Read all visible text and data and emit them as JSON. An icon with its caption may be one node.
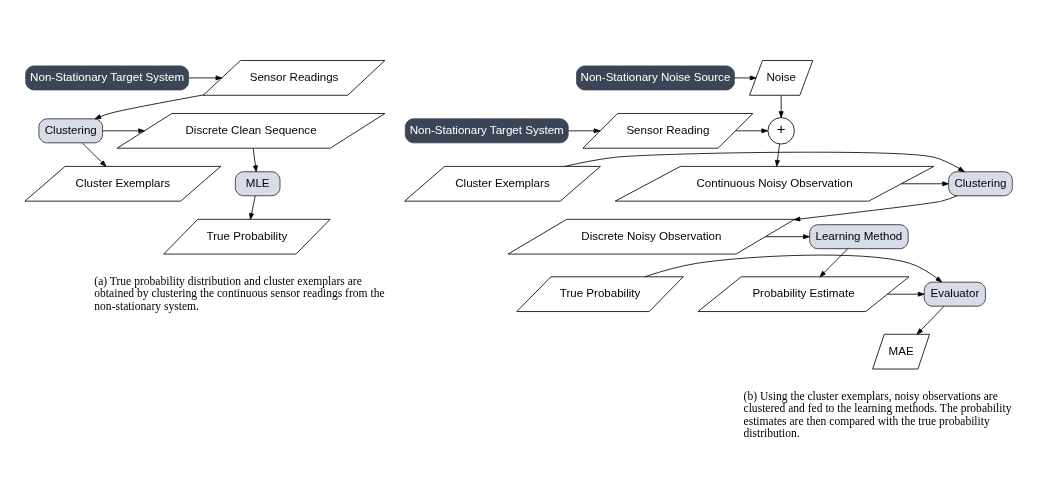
{
  "diagram": {
    "nodes": [
      {
        "text": [
          "Non-Stationary Target System"
        ]
      },
      {
        "text": [
          "Sensor Readings"
        ]
      },
      {
        "text": [
          "Clustering"
        ]
      },
      {
        "text": [
          "Discrete Clean Sequence"
        ]
      },
      {
        "text": [
          "Cluster Exemplars"
        ]
      },
      {
        "text": [
          "MLE"
        ]
      },
      {
        "text": [
          "True Probability"
        ]
      },
      {
        "text": [
          "Non-Stationary Noise Source"
        ]
      },
      {
        "text": [
          "Noise"
        ]
      },
      {
        "text": [
          "Non-Stationary Target System"
        ]
      },
      {
        "text": [
          "Sensor Reading"
        ]
      },
      {
        "text": [
          "+"
        ]
      },
      {
        "text": [
          "Continuous Noisy Observation"
        ]
      },
      {
        "text": [
          "Cluster Exemplars"
        ]
      },
      {
        "text": [
          "Clustering"
        ]
      },
      {
        "text": [
          "Discrete Noisy Observation"
        ]
      },
      {
        "text": [
          "Learning Method"
        ]
      },
      {
        "text": [
          "Probability Estimate"
        ]
      },
      {
        "text": [
          "True Probability"
        ]
      },
      {
        "text": [
          "Evaluator"
        ]
      },
      {
        "text": [
          "MAE"
        ]
      }
    ],
    "edges": [
      {
        "from": 0,
        "to": 1,
        "arrow": "to"
      },
      {
        "from": 1,
        "to": 2,
        "arrow": "to"
      },
      {
        "from": 2,
        "to": 3,
        "arrow": "to"
      },
      {
        "from": 2,
        "to": 4,
        "arrow": "to"
      },
      {
        "from": 3,
        "to": 5,
        "arrow": "to"
      },
      {
        "from": 5,
        "to": 6,
        "arrow": "to"
      },
      {
        "from": 7,
        "to": 8,
        "arrow": "to"
      },
      {
        "from": 8,
        "to": 11,
        "arrow": "to"
      },
      {
        "from": 9,
        "to": 10,
        "arrow": "to"
      },
      {
        "from": 10,
        "to": 11,
        "arrow": "to"
      },
      {
        "from": 11,
        "to": 12,
        "arrow": "to"
      },
      {
        "from": 12,
        "to": 14,
        "arrow": "to"
      },
      {
        "from": 13,
        "to": 14,
        "arrow": "to"
      },
      {
        "from": 14,
        "to": 15,
        "arrow": "to"
      },
      {
        "from": 15,
        "to": 16,
        "arrow": "to"
      },
      {
        "from": 16,
        "to": 17,
        "arrow": "to"
      },
      {
        "from": 17,
        "to": 19,
        "arrow": "to"
      },
      {
        "from": 18,
        "to": 19,
        "arrow": "to"
      },
      {
        "from": 19,
        "to": 20,
        "arrow": "to"
      }
    ],
    "labels": [
      "(a) True probability distribution and cluster exemplars are obtained by clustering the continuous sensor readings from the non-stationary system.",
      "(b) Using the cluster exemplars, noisy observations are clustered and fed to the learning methods. The probability estimates are then compared with the true probability distribution."
    ]
  }
}
